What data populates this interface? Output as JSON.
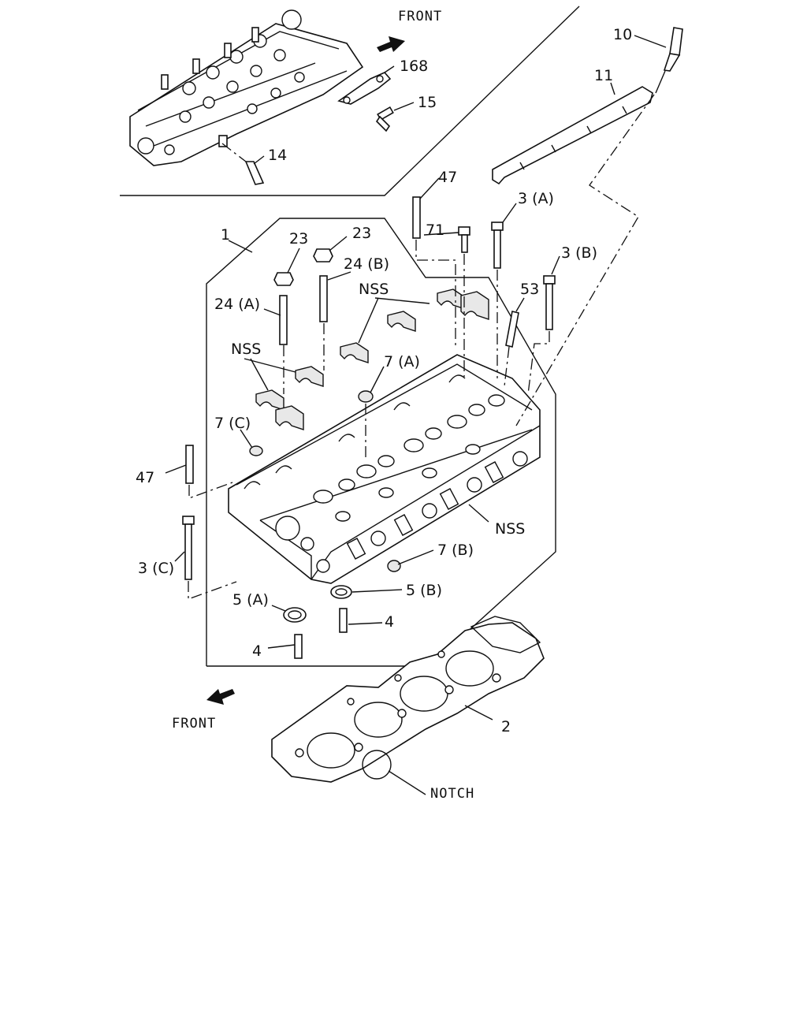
{
  "labels": {
    "front_top": "FRONT",
    "front_bottom": "FRONT",
    "notch": "NOTCH",
    "p1": "1",
    "p2": "2",
    "p3a": "3 (A)",
    "p3b": "3 (B)",
    "p3c": "3 (C)",
    "p4a": "4",
    "p4b": "4",
    "p5a": "5 (A)",
    "p5b": "5 (B)",
    "p7a": "7 (A)",
    "p7b": "7 (B)",
    "p7c": "7 (C)",
    "p10": "10",
    "p11": "11",
    "p14": "14",
    "p15": "15",
    "p23a": "23",
    "p23b": "23",
    "p24a": "24 (A)",
    "p24b": "24 (B)",
    "p47a": "47",
    "p47b": "47",
    "p53": "53",
    "p71": "71",
    "p168": "168",
    "nss1": "NSS",
    "nss2": "NSS",
    "nss3": "NSS"
  }
}
